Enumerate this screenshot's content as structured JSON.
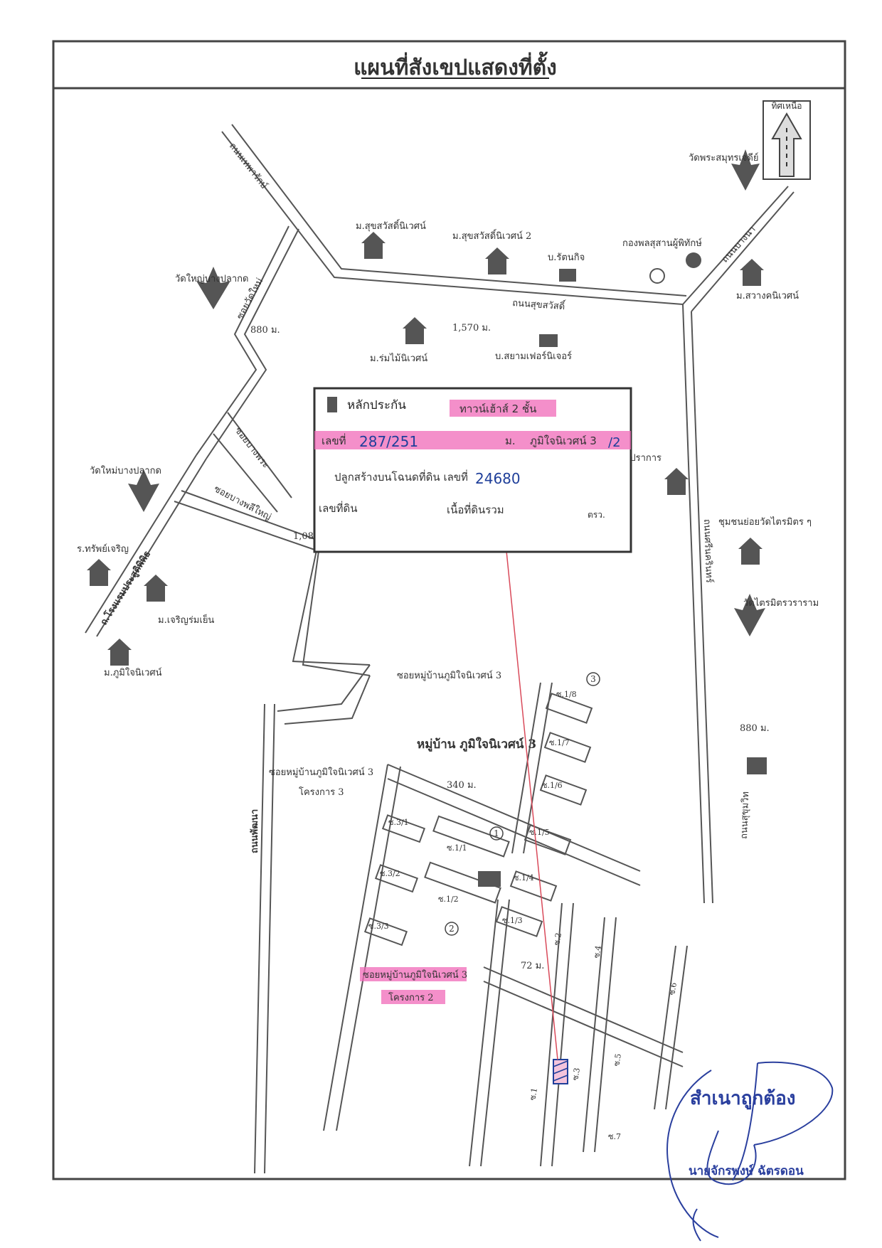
{
  "title": "แผนที่สังเขปแสดงที่ตั้ง",
  "compass": "ทิศเหนือ",
  "roads": {
    "top_diagonal": "ถนนเทพารักษ์",
    "top_horizontal": "ถนนสุขสวัสดิ์",
    "soi_vertical_left": "ซอยวัดใหม่",
    "soi_a": "ซอยบางพระ",
    "soi_b": "ซอยบางพลีใหญ่",
    "lower_diagonal": "ถ.โรงแรมประสูติพิพิธ",
    "bottom_left_vertical": "ถนนพัฒนา",
    "right_vertical": "ถนนศรีนครินทร์",
    "right_diagonal": "ถนนบางนา",
    "right_vertical_lower": "ถนนสุขุมวิท"
  },
  "distances": {
    "d1": "880 ม.",
    "d2": "1,570 ม.",
    "d3": "1,08",
    "d4": "880 ม.",
    "d5": "340 ม.",
    "d6": "72 ม."
  },
  "landmarks": {
    "temple_top_right": "วัดพระสมุทรเจดีย์",
    "v_suksawat": "ม.สุขสวัสดิ์นิเวศน์",
    "v_suksawat2": "ม.สุขสวัสดิ์นิเวศน์ 2",
    "b_rungkit": "บ.รัตนกิจ",
    "dept_prasamut": "กองพลสุสานผู้พิทักษ์",
    "hospital": "ม.สวางคนิเวศน์",
    "temple_left_top": "วัดใหญ่บางปลากด",
    "v_rommai": "ม.ร่มไม้นิเวศน์",
    "b_company": "บ.สยามเฟอร์นิเจอร์",
    "b_muang": "ม.ป้อมปราการ",
    "temple_left_mid": "วัดใหม่บางปลากด",
    "shop_sap": "ร.ทรัพย์เจริญ",
    "v_charoen": "ม.เจริญร่มเย็น",
    "v_phumjai": "ม.ภูมิใจนิเวศน์",
    "school_right": "ชุมชนย่อยวัดไตรมิตร ๆ",
    "temple_right": "วัดไตรมิตรวราราม",
    "soi_village_a": "ซอยหมู่บ้านภูมิใจนิเวศน์ 3",
    "village_name": "หมู่บ้าน ภูมิใจนิเวศน์ 3",
    "soi_village_b": "ซอยหมู่บ้านภูมิใจนิเวศน์ 3",
    "project_3": "โครงการ 3",
    "soi_village_c": "ซอยหมู่บ้านภูมิใจนิเวศน์ 3",
    "project_2": "โครงการ 2"
  },
  "lanes": [
    "ซ.1/8",
    "ซ.1/7",
    "ซ.1/6",
    "ซ.1/5",
    "ซ.3/1",
    "ซ.1/1",
    "ซ.1/4",
    "ซ.3/2",
    "ซ.1/2",
    "ซ.1/3",
    "ซ.3/3",
    "ซ.2",
    "ซ.4",
    "ซ.6",
    "ซ.1",
    "ซ.3",
    "ซ.5",
    "ซ.7"
  ],
  "circles": [
    "3",
    "1",
    "2"
  ],
  "infobox": {
    "collateral_label": "หลักประกัน",
    "collateral_type": "ทาวน์เฮ้าส์ 2 ชั้น",
    "number_label": "เลขที่",
    "number_value": "287/251",
    "village_label": "ม.",
    "village_value": "ภูมิใจนิเวศน์ 3",
    "village_suffix": "/2",
    "deed_label": "ปลูกสร้างบนโฉนดที่ดิน เลขที่",
    "deed_value": "24680",
    "land_no_label": "เลขที่ดิน",
    "area_label": "เนื้อที่ดินรวม",
    "area_unit": "ตรว."
  },
  "stamp": {
    "certified": "สำเนาถูกต้อง",
    "name": "นายจักรพงษ์ ฉัตรดอน"
  },
  "colors": {
    "road": "#555555",
    "highlight": "#f06ab8",
    "pointer": "#d94a5a",
    "handwriting": "#1f3f9a",
    "stamp_ink": "#2a3f9e"
  }
}
